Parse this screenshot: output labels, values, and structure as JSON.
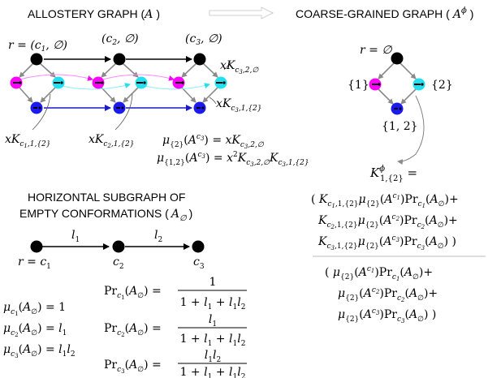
{
  "titles": {
    "allostery_prefix": "ALLOSTERY GRAPH (",
    "allostery_sym": "A",
    "allostery_suffix": ")",
    "coarse_prefix": "COARSE-GRAINED GRAPH (",
    "coarse_sym": "A",
    "coarse_sup": "ϕ",
    "coarse_suffix": ")",
    "horizontal_line1": "HORIZONTAL SUBGRAPH OF",
    "horizontal_line2_prefix": "EMPTY CONFORMATIONS (",
    "horizontal_sym": "A",
    "horizontal_sub": "∅",
    "horizontal_suffix": ")"
  },
  "allostery": {
    "top_labels": [
      "r = (c1, ∅)",
      "(c2, ∅)",
      "(c3, ∅)"
    ],
    "edge_label_1": "xK c3,2,∅",
    "edge_label_2": "xK c3,1,{2}",
    "bottom_labels": [
      "xK c1,1,{2}",
      "xK c2,1,{2}"
    ],
    "mu_lines": [
      "μ{2}(A^c3) = xK c3,2,∅",
      "μ{1,2}(A^c3) = x² K c3,2,∅ K c3,1,{2}"
    ]
  },
  "coarse": {
    "root_label": "r = ∅",
    "left_label": "{1}",
    "right_label": "{2}",
    "bottom_label": "{1, 2}",
    "k_label": "K ϕ 1,{2} =",
    "numerator": [
      "( K c1,1,{2} μ{2}(A^c1) Pr c1(A∅) +",
      "K c2,1,{2} μ{2}(A^c2) Pr c2(A∅) +",
      "K c3,1,{2} μ{2}(A^c3) Pr c3(A∅) )"
    ],
    "denominator": [
      "( μ{2}(A^c1) Pr c1(A∅) +",
      "μ{2}(A^c2) Pr c2(A∅) +",
      "μ{2}(A^c3) Pr c3(A∅) )"
    ]
  },
  "horizontal": {
    "edge_labels": [
      "l1",
      "l2"
    ],
    "node_labels": [
      "r = c1",
      "c2",
      "c3"
    ],
    "mu_lines": [
      "μc1(A∅) = 1",
      "μc2(A∅) = l1",
      "μc3(A∅) = l1 l2"
    ],
    "pr_lines": [
      {
        "lhs": "Prc1(A∅) =",
        "num": "1",
        "den": "1 + l1 + l1 l2"
      },
      {
        "lhs": "Prc2(A∅) =",
        "num": "l1",
        "den": "1 + l1 + l1 l2"
      },
      {
        "lhs": "Prc3(A∅) =",
        "num": "l1 l2",
        "den": "1 + l1 + l1 l2"
      }
    ]
  },
  "colors": {
    "node_black": "#000000",
    "node_magenta": "#ff00ff",
    "node_cyan": "#22e0f0",
    "node_blue": "#1a1aee",
    "edge_gray": "#8a8a8a",
    "edge_blue": "#1a1acc",
    "arrow_magenta": "#ff00ff",
    "arrow_cyan": "#22e0f0",
    "big_arrow_fill": "#ffffff",
    "big_arrow_stroke": "#d0d0d0"
  }
}
